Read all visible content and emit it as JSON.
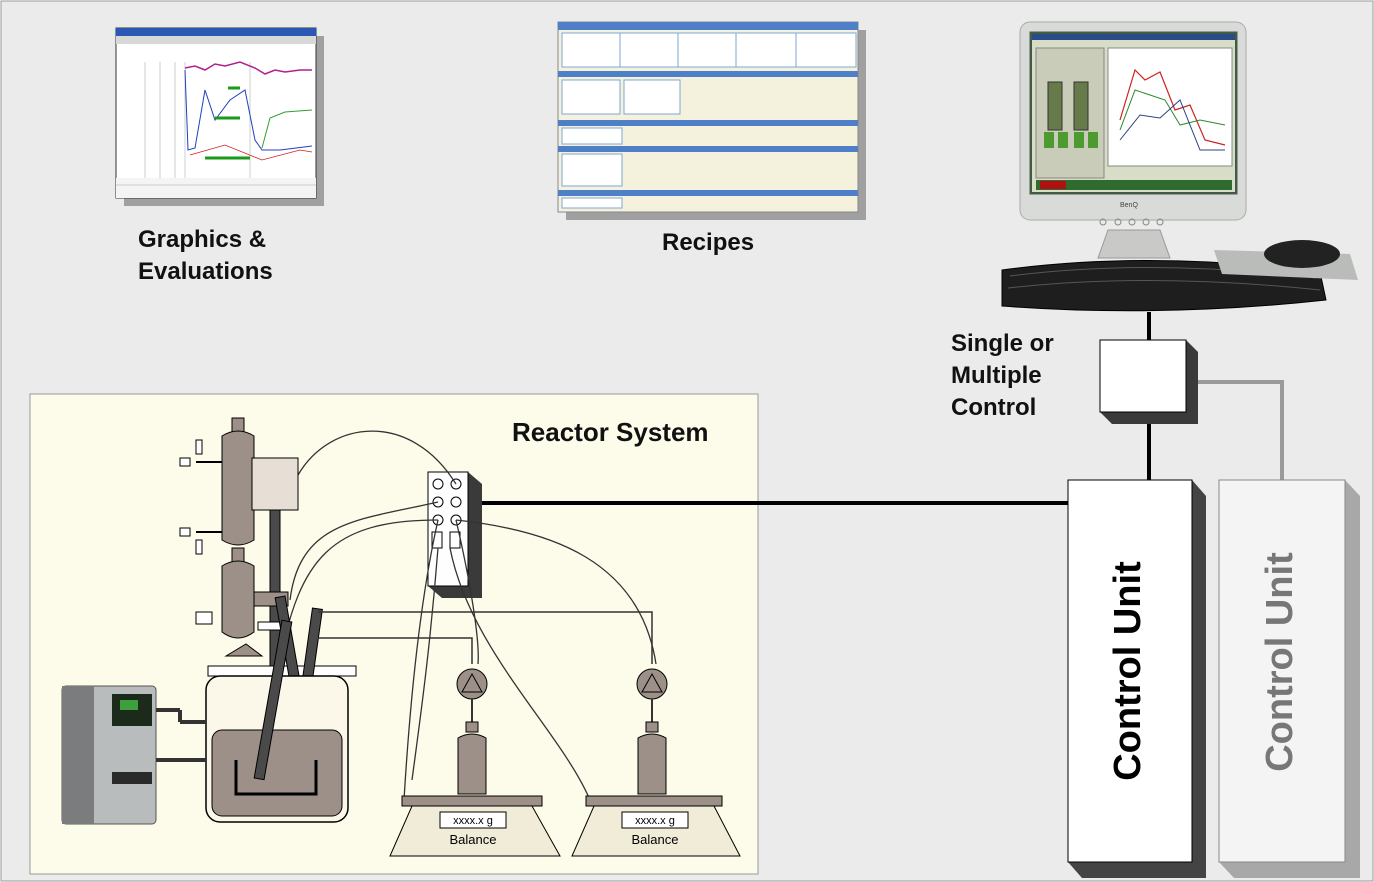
{
  "labels": {
    "graphics": [
      "Graphics &",
      "Evaluations"
    ],
    "recipes": "Recipes",
    "single_control": [
      "Single or",
      "Multiple",
      "Control"
    ],
    "reactor_system": "Reactor System",
    "control_unit_primary": "Control Unit",
    "control_unit_secondary": "Control Unit",
    "balance_1_readout": "xxxx.x g",
    "balance_1_label": "Balance",
    "balance_2_readout": "xxxx.x g",
    "balance_2_label": "Balance",
    "monitor_brand": "BenQ"
  },
  "colors": {
    "background": "#ebebeb",
    "reactor_panel": "#fdfbe9",
    "component_fill": "#9d9088",
    "line": "#000000",
    "control_unit_text": "#000000",
    "control_unit_ghost_text": "#777777"
  }
}
